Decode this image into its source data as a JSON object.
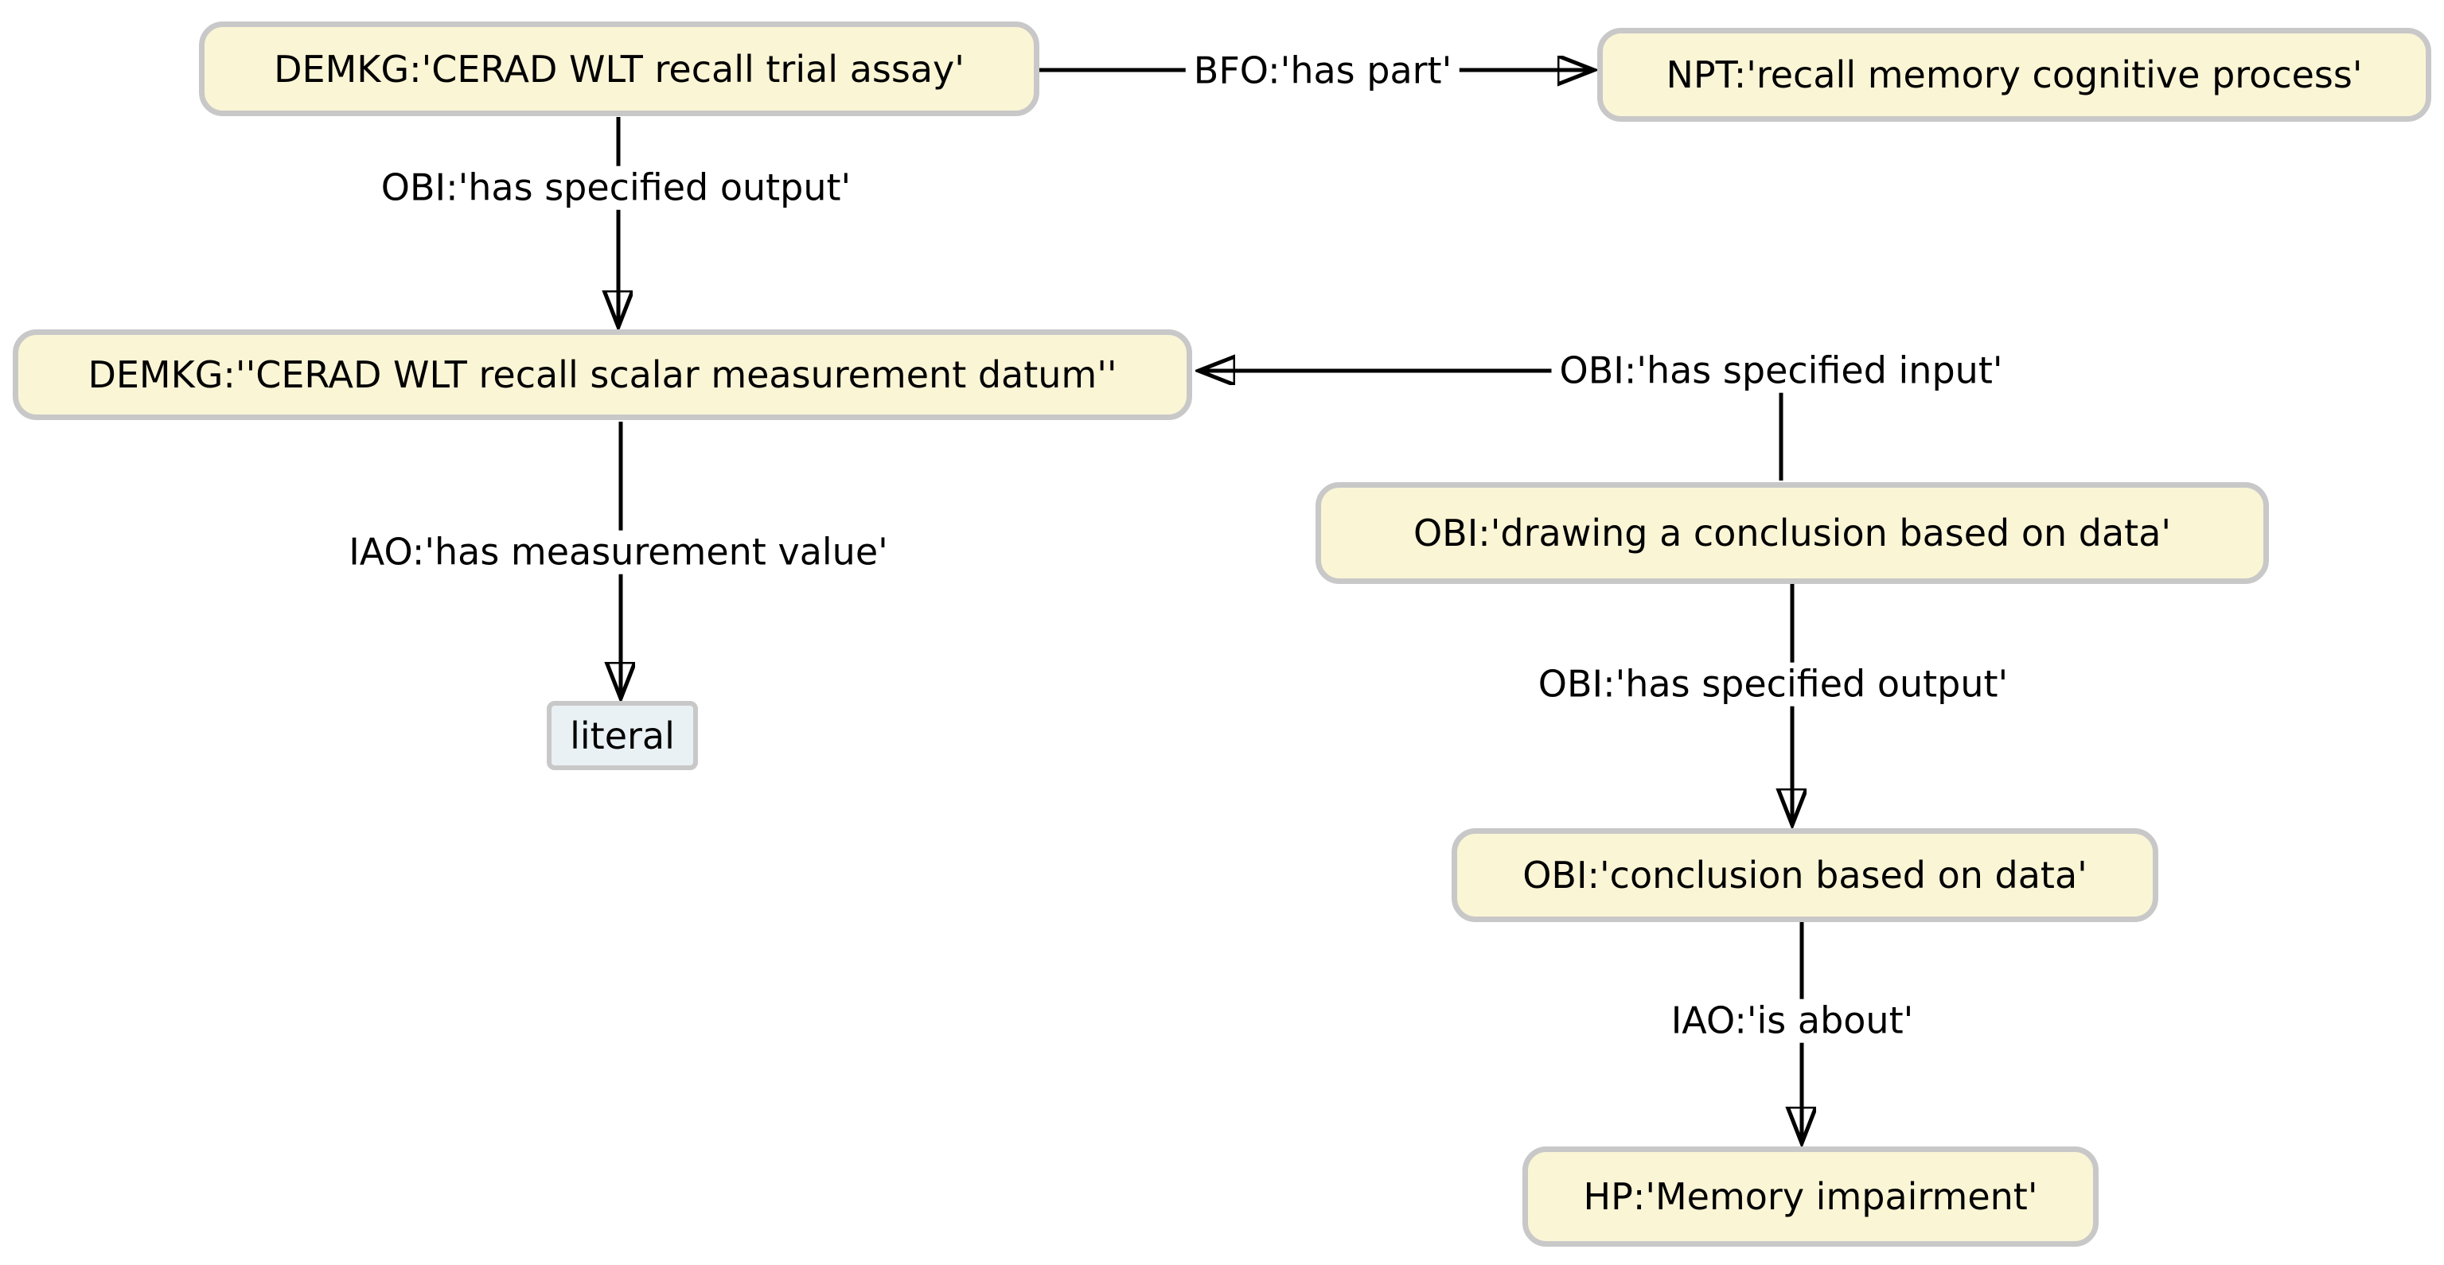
{
  "diagram": {
    "type": "ontology-relationship-graph",
    "colors": {
      "background": "#ffffff",
      "class_node_fill": "#faf5d5",
      "node_border": "#c8c8c8",
      "literal_node_fill": "#e9f1f4",
      "edge_line": "#000000",
      "text": "#000000"
    },
    "nodes": [
      {
        "id": "cerad-wlt-recall-trial-assay",
        "kind": "class",
        "label": "DEMKG:'CERAD WLT recall trial assay'"
      },
      {
        "id": "recall-memory-cognitive-process",
        "kind": "class",
        "label": "NPT:'recall memory cognitive process'"
      },
      {
        "id": "cerad-wlt-recall-scalar-measurement-datum",
        "kind": "class",
        "label": "DEMKG:''CERAD WLT recall scalar measurement datum''"
      },
      {
        "id": "literal",
        "kind": "literal",
        "label": "literal"
      },
      {
        "id": "drawing-a-conclusion-based-on-data",
        "kind": "class",
        "label": "OBI:'drawing a conclusion based on data'"
      },
      {
        "id": "conclusion-based-on-data",
        "kind": "class",
        "label": "OBI:'conclusion based on data'"
      },
      {
        "id": "memory-impairment",
        "kind": "class",
        "label": "HP:'Memory impairment'"
      }
    ],
    "edges": [
      {
        "from": "cerad-wlt-recall-trial-assay",
        "to": "recall-memory-cognitive-process",
        "label": "BFO:'has part'"
      },
      {
        "from": "cerad-wlt-recall-trial-assay",
        "to": "cerad-wlt-recall-scalar-measurement-datum",
        "label": "OBI:'has specified output'"
      },
      {
        "from": "cerad-wlt-recall-scalar-measurement-datum",
        "to": "literal",
        "label": "IAO:'has measurement value'"
      },
      {
        "from": "drawing-a-conclusion-based-on-data",
        "to": "cerad-wlt-recall-scalar-measurement-datum",
        "label": "OBI:'has specified input'"
      },
      {
        "from": "drawing-a-conclusion-based-on-data",
        "to": "conclusion-based-on-data",
        "label": "OBI:'has specified output'"
      },
      {
        "from": "conclusion-based-on-data",
        "to": "memory-impairment",
        "label": "IAO:'is about'"
      }
    ]
  }
}
